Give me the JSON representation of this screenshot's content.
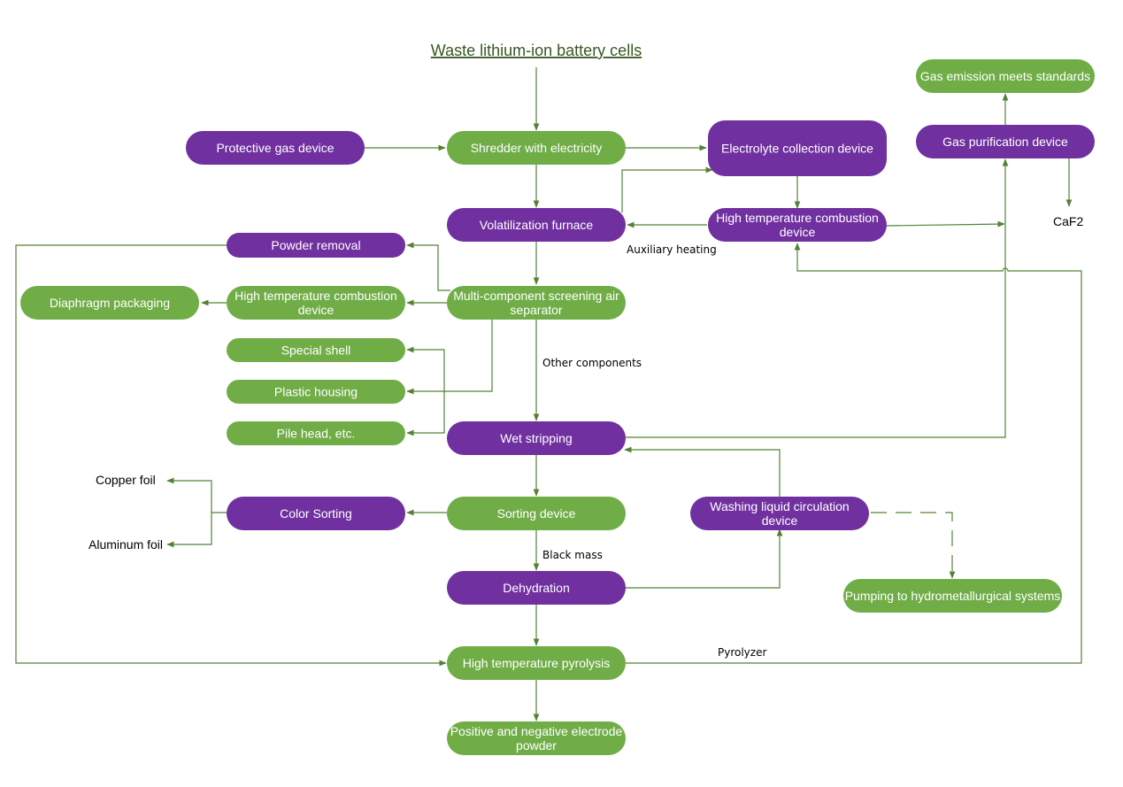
{
  "title": "Waste lithium-ion battery cells",
  "colors": {
    "green": "#70ad47",
    "purple": "#7030a0",
    "edge": "#548235",
    "title": "#385723"
  },
  "nodes": {
    "protective_gas": {
      "lines": [
        "Protective gas device"
      ],
      "color": "purple"
    },
    "shredder": {
      "lines": [
        "Shredder with electricity"
      ],
      "color": "green"
    },
    "electrolyte_collection": {
      "lines": [
        "Electrolyte collection device"
      ],
      "color": "purple"
    },
    "gas_purification": {
      "lines": [
        "Gas purification device"
      ],
      "color": "purple"
    },
    "gas_emission": {
      "lines": [
        "Gas emission meets standards"
      ],
      "color": "green"
    },
    "volatilization_furnace": {
      "lines": [
        "Volatilization furnace"
      ],
      "color": "purple"
    },
    "htc_top": {
      "lines": [
        "High temperature combustion",
        "device"
      ],
      "color": "purple"
    },
    "powder_removal": {
      "lines": [
        "Powder removal"
      ],
      "color": "purple"
    },
    "htc_left": {
      "lines": [
        "High temperature combustion",
        "device"
      ],
      "color": "green"
    },
    "diaphragm_packaging": {
      "lines": [
        "Diaphragm packaging"
      ],
      "color": "green"
    },
    "multi_separator": {
      "lines": [
        "Multi-component screening air",
        "separator"
      ],
      "color": "green"
    },
    "special_shell": {
      "lines": [
        "Special shell"
      ],
      "color": "green"
    },
    "plastic_housing": {
      "lines": [
        "Plastic housing"
      ],
      "color": "green"
    },
    "pile_head": {
      "lines": [
        "Pile head, etc."
      ],
      "color": "green"
    },
    "wet_stripping": {
      "lines": [
        "Wet stripping"
      ],
      "color": "purple"
    },
    "color_sorting": {
      "lines": [
        "Color Sorting"
      ],
      "color": "purple"
    },
    "sorting_device": {
      "lines": [
        "Sorting device"
      ],
      "color": "green"
    },
    "washing_liquid": {
      "lines": [
        "Washing liquid circulation",
        "device"
      ],
      "color": "purple"
    },
    "pumping": {
      "lines": [
        "Pumping to hydrometallurgical systems"
      ],
      "color": "green"
    },
    "dehydration": {
      "lines": [
        "Dehydration"
      ],
      "color": "purple"
    },
    "pyrolysis": {
      "lines": [
        "High temperature pyrolysis"
      ],
      "color": "green"
    },
    "electrode_powder": {
      "lines": [
        "Positive and negative electrode",
        "powder"
      ],
      "color": "green"
    }
  },
  "labels": {
    "caf2": "CaF2",
    "auxiliary_heating": "Auxiliary heating",
    "other_components": "Other components",
    "copper_foil": "Copper foil",
    "aluminum_foil": "Aluminum foil",
    "black_mass": "Black mass",
    "pyrolyzer": "Pyrolyzer"
  }
}
